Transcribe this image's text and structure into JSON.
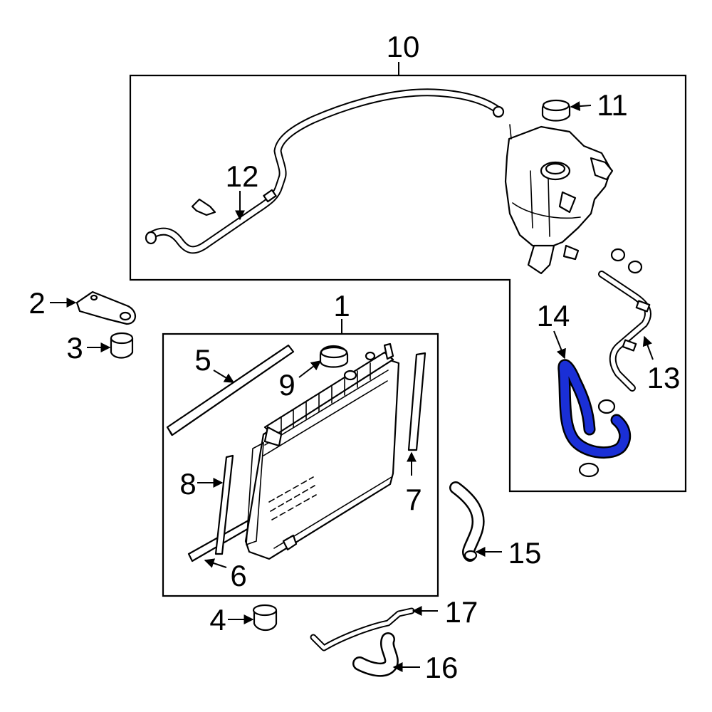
{
  "diagram": {
    "highlight_color": "#1a2fd6",
    "callouts": {
      "p1": "1",
      "p2": "2",
      "p3": "3",
      "p4": "4",
      "p5": "5",
      "p6": "6",
      "p7": "7",
      "p8": "8",
      "p9": "9",
      "p10": "10",
      "p11": "11",
      "p12": "12",
      "p13": "13",
      "p14": "14",
      "p15": "15",
      "p16": "16",
      "p17": "17"
    }
  }
}
